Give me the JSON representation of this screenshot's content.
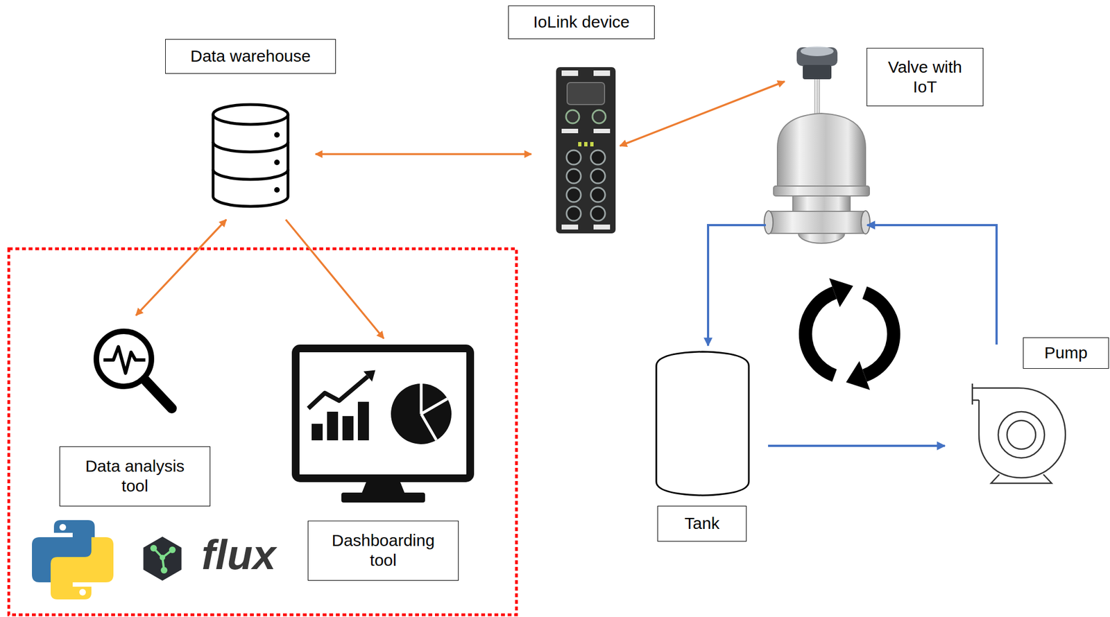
{
  "diagram": {
    "nodes": [
      {
        "text": [
          "Data warehouse"
        ]
      },
      {
        "text": [
          "IoLink device"
        ]
      },
      {
        "text": [
          "Valve with IoT"
        ]
      },
      {
        "text": [
          "Data analysis tool"
        ]
      },
      {
        "text": [
          "Dashboarding tool"
        ]
      },
      {
        "text": [
          "Pump"
        ]
      },
      {
        "text": [
          "Tank"
        ]
      }
    ],
    "edges": [
      {
        "from": 0,
        "to": 1,
        "arrow": "both"
      },
      {
        "from": 1,
        "to": 2,
        "arrow": "both"
      },
      {
        "from": 0,
        "to": 3,
        "arrow": "both"
      },
      {
        "from": 0,
        "to": 4,
        "arrow": "to"
      },
      {
        "from": 5,
        "to": 2,
        "arrow": "to"
      },
      {
        "from": 2,
        "to": 6,
        "arrow": "to"
      },
      {
        "from": 6,
        "to": 5,
        "arrow": "to"
      }
    ],
    "labels": [
      "flux"
    ]
  }
}
